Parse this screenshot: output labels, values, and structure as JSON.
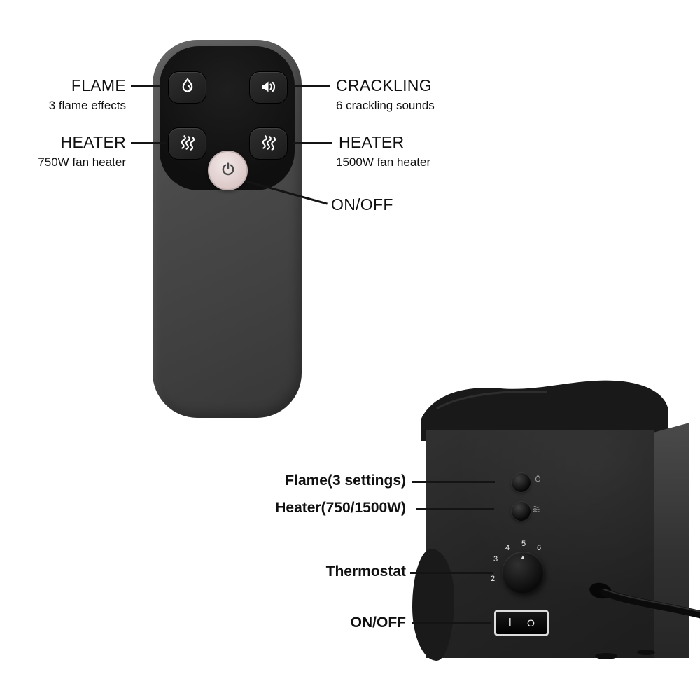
{
  "remote": {
    "callouts": {
      "flame": {
        "title": "FLAME",
        "subtitle": "3 flame effects"
      },
      "crackling": {
        "title": "CRACKLING",
        "subtitle": "6 crackling sounds"
      },
      "heater_750": {
        "title": "HEATER",
        "subtitle": "750W fan heater"
      },
      "heater_1500": {
        "title": "HEATER",
        "subtitle": "1500W fan heater"
      },
      "power": {
        "title": "ON/OFF"
      }
    },
    "icons": {
      "flame": "flame-icon",
      "crackling": "speaker-sound-icon",
      "heater_750": "heat-waves-icon",
      "heater_1500": "heat-waves-icon",
      "power": "power-icon"
    }
  },
  "unit": {
    "callouts": {
      "flame": "Flame(3 settings)",
      "heater": "Heater(750/1500W)",
      "thermostat": "Thermostat",
      "power": "ON/OFF"
    },
    "thermostat": {
      "numbers": [
        "2",
        "3",
        "4",
        "5",
        "6"
      ],
      "pointer": "▲"
    },
    "rocker": {
      "on_symbol": "I",
      "off_symbol": "O"
    }
  },
  "colors": {
    "background": "#ffffff",
    "remote_body": "#454545",
    "remote_panel": "#141414",
    "power_button_face": "#e6d6d5",
    "callout_text": "#101010",
    "callout_line": "#141414"
  }
}
